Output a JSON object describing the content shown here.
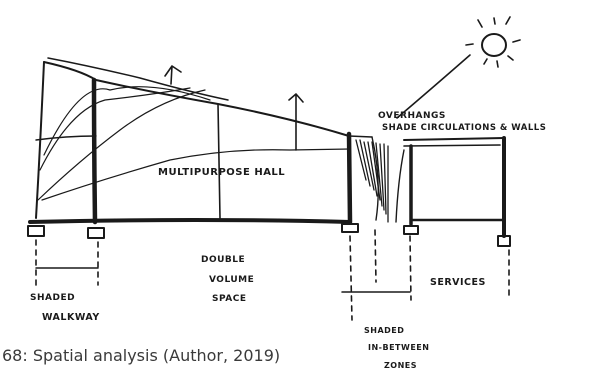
{
  "diagram": {
    "labels": {
      "hall": "MULTIPURPOSE HALL",
      "overhangs_1": "OVERHANGS",
      "overhangs_2": "SHADE CIRCULATIONS & WALLS",
      "double_1": "DOUBLE",
      "double_2": "VOLUME",
      "double_3": "SPACE",
      "walkway_1": "SHADED",
      "walkway_2": "WALKWAY",
      "services": "SERVICES",
      "inbetween_1": "SHADED",
      "inbetween_2": "IN-BETWEEN",
      "inbetween_3": "ZONES"
    }
  },
  "caption": "68: Spatial analysis (Author, 2019)"
}
